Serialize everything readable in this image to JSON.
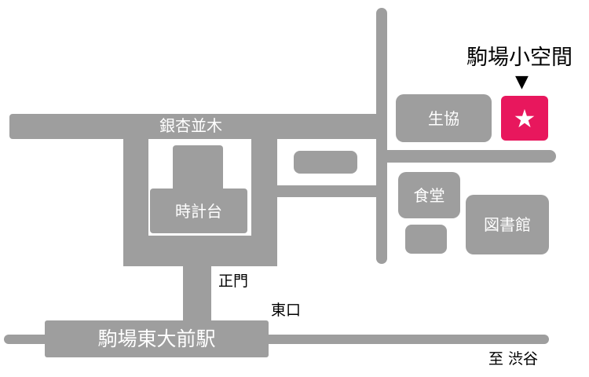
{
  "colors": {
    "building": "#9e9e9e",
    "road": "#9e9e9e",
    "label_on_gray": "#ffffff",
    "label_outside": "#000000",
    "destination_marker": "#e8175d"
  },
  "destination": {
    "name": "駒場小空間",
    "arrow": "▼",
    "marker_icon": "star-icon",
    "marker_glyph": "★"
  },
  "streets": {
    "ginkgo_avenue": "銀杏並木"
  },
  "buildings": {
    "clock_tower": "時計台",
    "coop": "生協",
    "cafeteria": "食堂",
    "library": "図書館"
  },
  "gates": {
    "main_gate": "正門",
    "east_gate": "東口"
  },
  "station": {
    "name": "駒場東大前駅"
  },
  "direction": {
    "to_shibuya": "至 渋谷"
  }
}
